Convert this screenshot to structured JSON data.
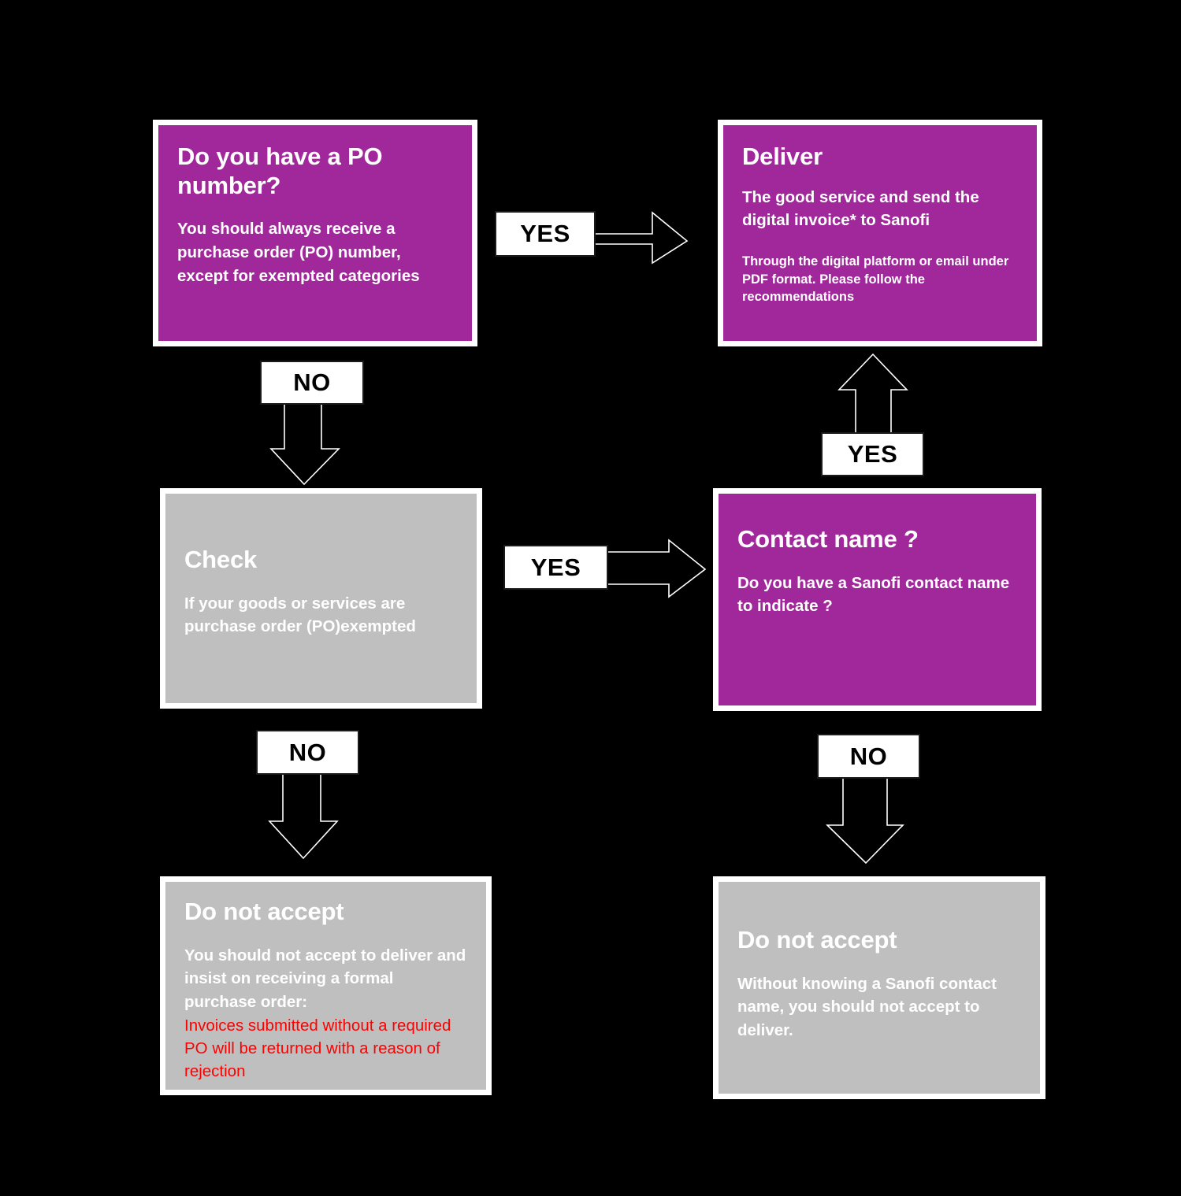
{
  "diagram": {
    "title": "Purchase Order decision flowchart",
    "colors": {
      "background": "#000000",
      "purple": "#A0289B",
      "gray": "#BFBFBF",
      "label_text": "#000000",
      "box_text": "#FFFFFF",
      "alert_text": "#FF0000",
      "border": "#FFFFFF"
    }
  },
  "nodes": {
    "po_number": {
      "title": "Do you have a PO number?",
      "body": "You should always receive a purchase order (PO) number, except for exempted categories",
      "style": "purple"
    },
    "deliver": {
      "title": "Deliver",
      "body": "The good service and send the digital invoice* to Sanofi",
      "note": " Through the digital platform or email under PDF format. Please follow the recommendations",
      "style": "purple"
    },
    "check": {
      "title": "Check",
      "body": "If your goods or services are purchase order (PO)exempted",
      "style": "gray"
    },
    "contact_name": {
      "title": "Contact name ?",
      "body": "Do you have a Sanofi contact name to indicate ?",
      "style": "purple"
    },
    "do_not_accept_left": {
      "title": "Do not accept",
      "body": "You should not accept to deliver and insist on receiving a formal purchase order:",
      "alert": "Invoices submitted without a required PO will be returned with a reason of rejection",
      "style": "gray"
    },
    "do_not_accept_right": {
      "title": "Do not accept",
      "body": "Without knowing a Sanofi contact name, you should not accept to deliver.",
      "style": "gray"
    }
  },
  "edges": {
    "po_to_deliver": {
      "label": "YES",
      "direction": "right"
    },
    "po_to_check": {
      "label": "NO",
      "direction": "down"
    },
    "check_to_contact": {
      "label": "YES",
      "direction": "right"
    },
    "check_to_reject": {
      "label": "NO",
      "direction": "down"
    },
    "contact_to_deliver": {
      "label": "YES",
      "direction": "up"
    },
    "contact_to_reject": {
      "label": "NO",
      "direction": "down"
    }
  }
}
